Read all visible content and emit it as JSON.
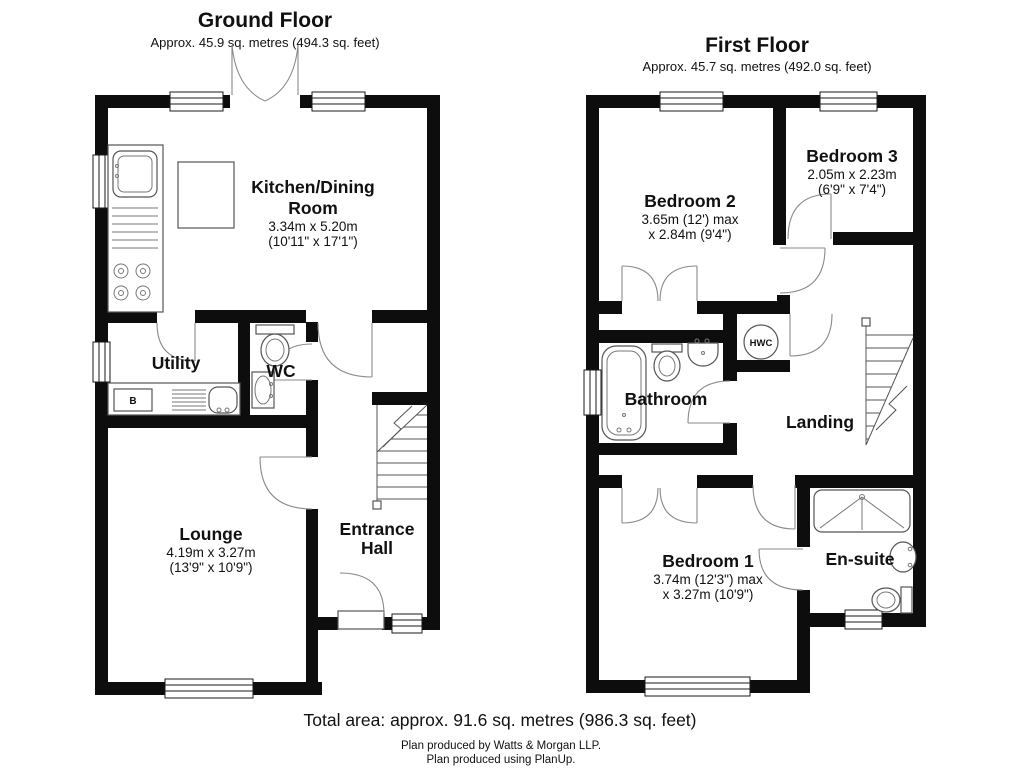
{
  "ground_floor": {
    "title": "Ground Floor",
    "subtitle": "Approx. 45.9 sq. metres (494.3 sq. feet)",
    "kitchen": {
      "line1": "Kitchen/Dining",
      "line2": "Room",
      "dim1": "3.34m x 5.20m",
      "dim2": "(10'11\" x 17'1\")"
    },
    "utility": {
      "name": "Utility"
    },
    "wc": {
      "name": "WC"
    },
    "lounge": {
      "name": "Lounge",
      "dim1": "4.19m x 3.27m",
      "dim2": "(13'9\" x 10'9\")"
    },
    "entrance_hall": {
      "line1": "Entrance",
      "line2": "Hall"
    },
    "boiler_label": "B"
  },
  "first_floor": {
    "title": "First Floor",
    "subtitle": "Approx. 45.7 sq. metres (492.0 sq. feet)",
    "bedroom2": {
      "name": "Bedroom 2",
      "dim1": "3.65m (12') max",
      "dim2": "x 2.84m (9'4\")"
    },
    "bedroom3": {
      "name": "Bedroom 3",
      "dim1": "2.05m x 2.23m",
      "dim2": "(6'9\" x 7'4\")"
    },
    "bathroom": {
      "name": "Bathroom"
    },
    "landing": {
      "name": "Landing"
    },
    "hwc_label": "HWC",
    "bedroom1": {
      "name": "Bedroom 1",
      "dim1": "3.74m (12'3\") max",
      "dim2": "x 3.27m (10'9\")"
    },
    "ensuite": {
      "name": "En-suite"
    }
  },
  "footer": {
    "total_area": "Total area: approx. 91.6 sq. metres (986.3 sq. feet)",
    "credit_line1": "Plan produced by Watts & Morgan LLP.",
    "credit_line2": "Plan produced using PlanUp."
  }
}
